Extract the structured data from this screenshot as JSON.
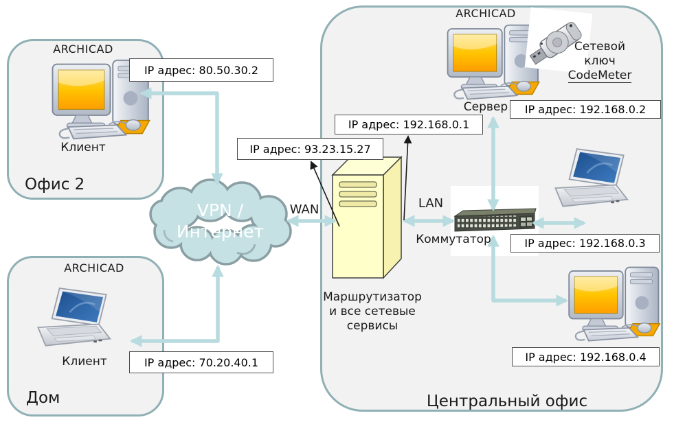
{
  "sites": {
    "office2": {
      "name": "Офис 2",
      "app_label": "ARCHICAD",
      "device_label": "Клиент",
      "ip_label": "IP адрес: 80.50.30.2"
    },
    "home": {
      "name": "Дом",
      "app_label": "ARCHICAD",
      "device_label": "Клиент",
      "ip_label": "IP адрес: 70.20.40.1"
    },
    "central": {
      "name": "Центральный офис",
      "server": {
        "app_label": "ARCHICAD",
        "device_label": "Сервер",
        "ip_label": "IP адрес: 192.168.0.2"
      },
      "dongle": {
        "label": "Сетевой\nключ",
        "product": "CodeMeter"
      },
      "router": {
        "label": "Маршрутизатор\nи все сетевые\nсервисы",
        "wan_ip_label": "IP адрес: 93.23.15.27",
        "lan_ip_label": "IP адрес: 192.168.0.1"
      },
      "switch": {
        "label": "Коммутатор"
      },
      "laptop": {
        "ip_label": "IP адрес: 192.168.0.3"
      },
      "workstation": {
        "ip_label": "IP адрес: 192.168.0.4"
      }
    }
  },
  "cloud": {
    "label": "VPN /\nИнтернет"
  },
  "links": {
    "wan_label": "WAN",
    "lan_label": "LAN"
  },
  "icons": [
    "desktop-computer-icon",
    "laptop-icon",
    "network-switch-icon",
    "router-tower-icon",
    "usb-dongle-icon",
    "vpn-cloud-shape"
  ],
  "colors": {
    "site_fill": "#f2f2f2",
    "site_border": "#8fb0b4",
    "cloud_fill": "#c5e1e4",
    "cloud_border": "#8a9fa3",
    "arrow_teal": "#b7dbde",
    "callout_arrow_black": "#1a1a1a",
    "router_fill": "#ffffc9",
    "screen_yellow": "#ffc400",
    "label_box_bg": "#ffffff",
    "label_box_border": "#4d4d4d",
    "spellcheck_red": "#e03a3a"
  }
}
